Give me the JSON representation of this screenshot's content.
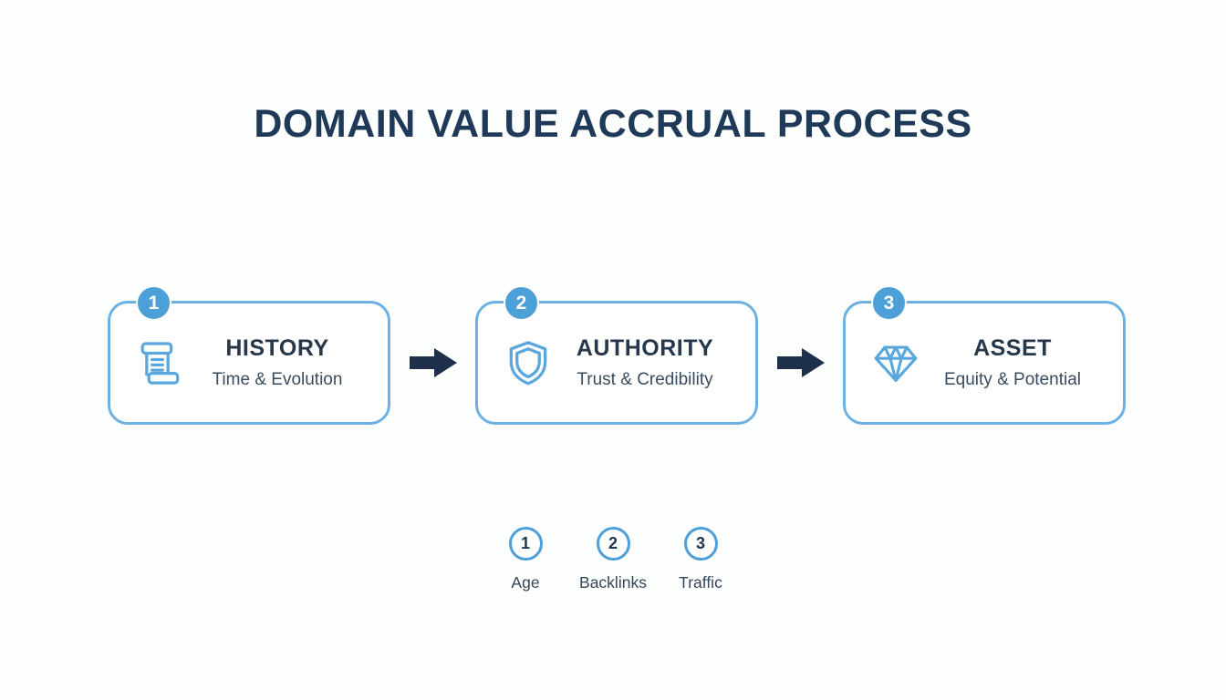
{
  "title": "DOMAIN VALUE ACCRUAL PROCESS",
  "steps": [
    {
      "number": "1",
      "label": "HISTORY",
      "sublabel": "Time & Evolution",
      "icon": "scroll-icon"
    },
    {
      "number": "2",
      "label": "AUTHORITY",
      "sublabel": "Trust & Credibility",
      "icon": "shield-icon"
    },
    {
      "number": "3",
      "label": "ASSET",
      "sublabel": "Equity & Potential",
      "icon": "diamond-icon"
    }
  ],
  "legend": [
    {
      "number": "1",
      "label": "Age"
    },
    {
      "number": "2",
      "label": "Backlinks"
    },
    {
      "number": "3",
      "label": "Traffic"
    }
  ],
  "colors": {
    "title_navy": "#1f3a58",
    "card_border_blue": "#6cb1e2",
    "badge_blue": "#4d9fd8",
    "icon_blue": "#5aa7dd",
    "arrow_navy": "#1d2f4a",
    "text_dark": "#26384a",
    "subtext": "#394b5e",
    "background": "#fdfefe"
  }
}
